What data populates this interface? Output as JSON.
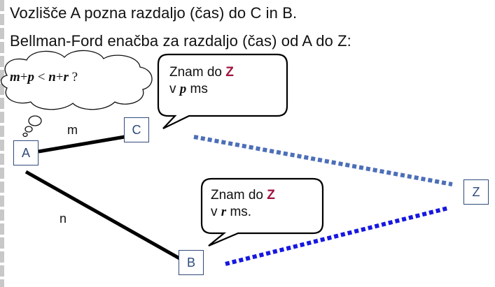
{
  "heading": {
    "line1": "Vozlišče A pozna razdaljo (čas) do C in B.",
    "line2": "Bellman-Ford enačba za razdaljo (čas) od A do Z:"
  },
  "thought": {
    "m": "m",
    "plus1": "+",
    "p": "p",
    "lt": " < ",
    "n": "n",
    "plus2": "+",
    "r": "r",
    "q": " ?"
  },
  "bubble_c": {
    "line1_prefix": "Znam do ",
    "z": "Z",
    "line2_prefix": "v ",
    "var": "p",
    "line2_suffix": " ms"
  },
  "bubble_b": {
    "line1_prefix": "Znam do ",
    "z": "Z",
    "line2_prefix": "v ",
    "var": "r",
    "line2_suffix": " ms."
  },
  "nodes": {
    "a": "A",
    "b": "B",
    "c": "C",
    "z": "Z"
  },
  "edges": {
    "ac": "m",
    "ab": "n"
  },
  "colors": {
    "edge_solid": "#000000",
    "dotted_cz": "#4d6fb8",
    "dotted_bz": "#1717e0",
    "node_border": "#2f4a7a",
    "highlight": "#a0153e"
  }
}
